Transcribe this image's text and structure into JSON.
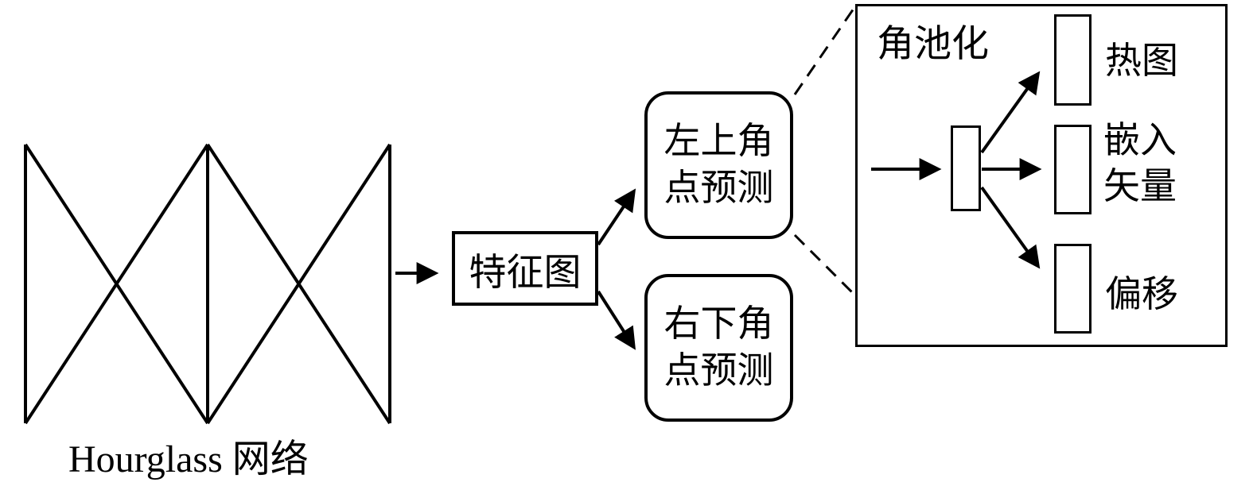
{
  "diagram": {
    "hourglass_label": "Hourglass 网络",
    "feature_map_label": "特征图",
    "top_left_corner": {
      "line1": "左上角",
      "line2": "点预测"
    },
    "bottom_right_corner": {
      "line1": "右下角",
      "line2": "点预测"
    },
    "corner_pooling_label": "角池化",
    "heatmap_label": "热图",
    "embedding": {
      "line1": "嵌入",
      "line2": "矢量"
    },
    "offset_label": "偏移"
  },
  "colors": {
    "stroke": "#000000",
    "background": "#ffffff"
  }
}
